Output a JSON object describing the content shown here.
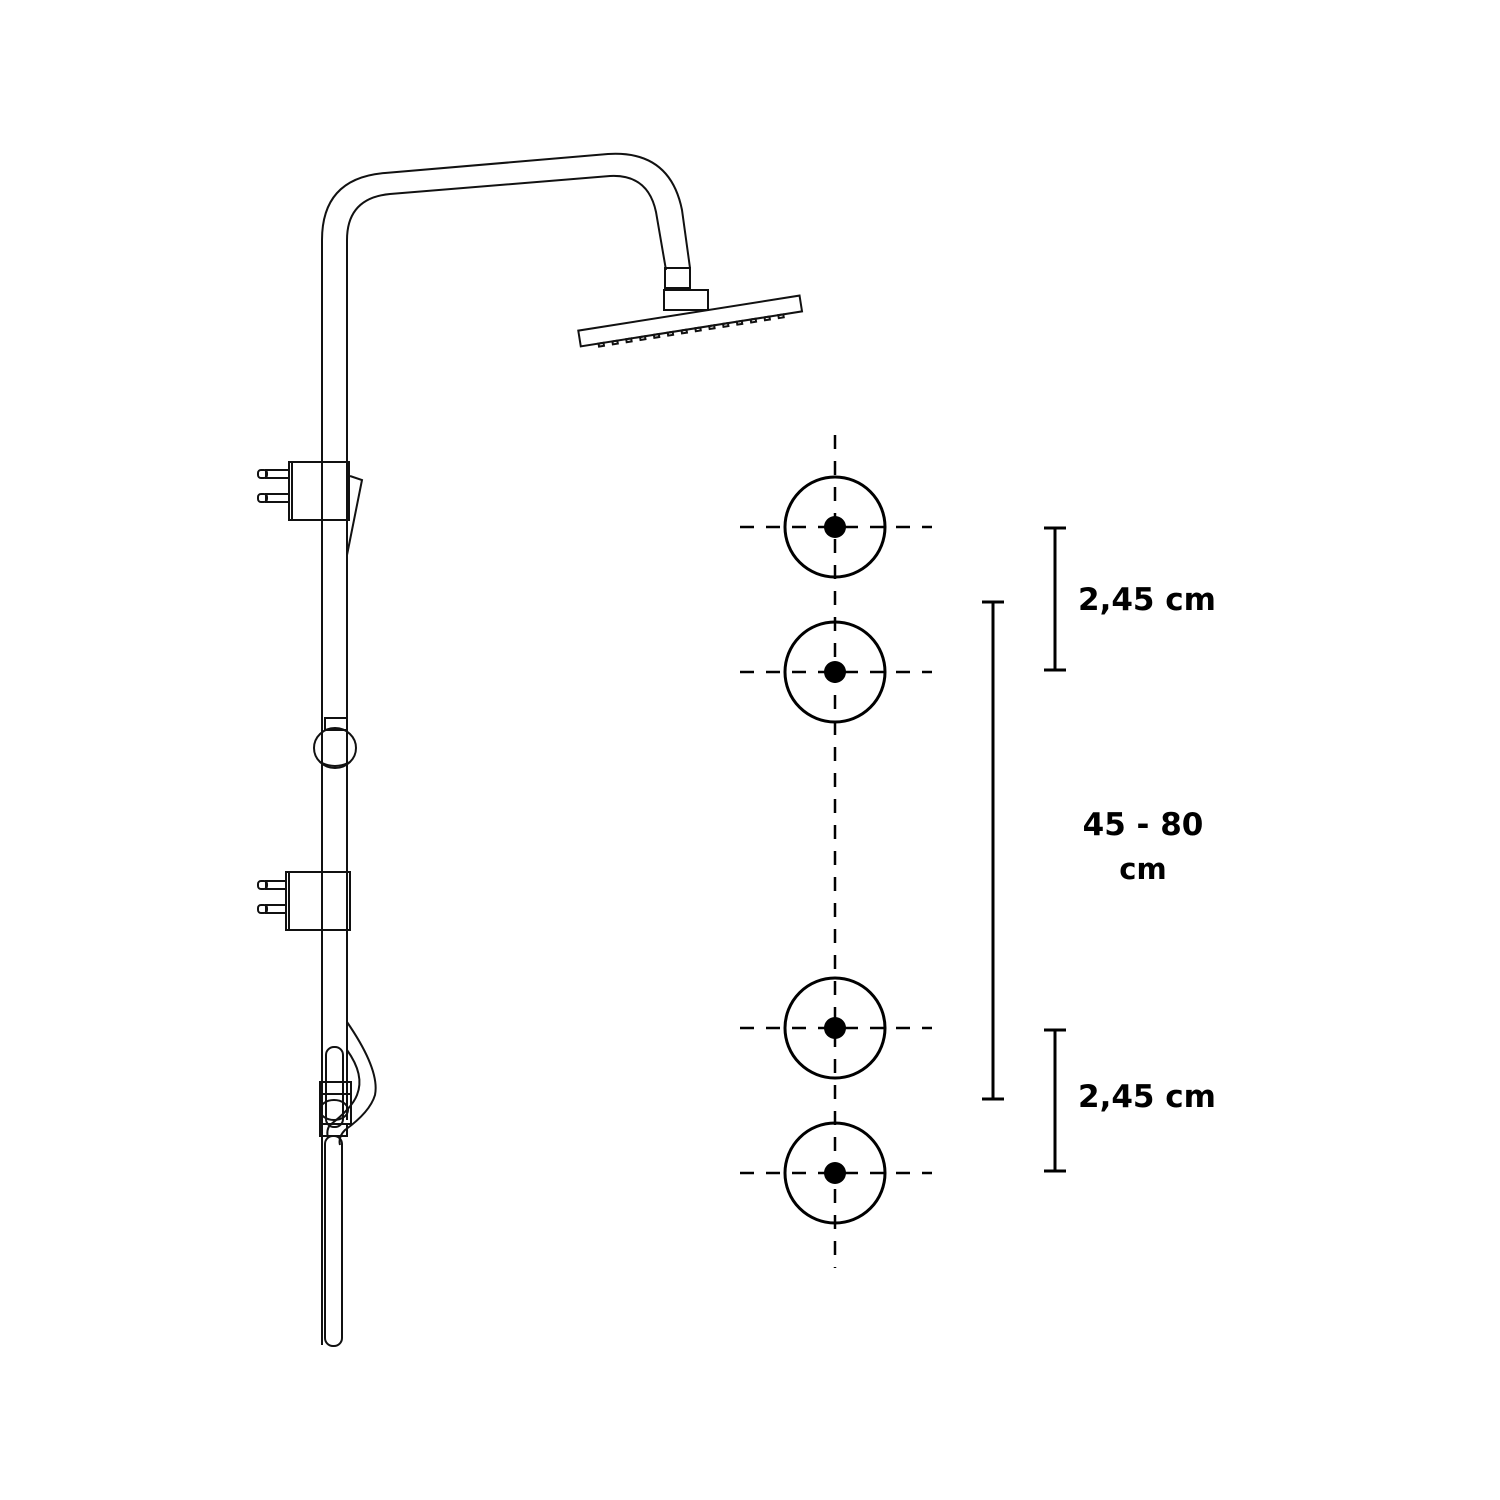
{
  "dimensions": {
    "top_spacing": "2,45 cm",
    "center_distance_value": "45 - 80",
    "center_distance_unit": "cm",
    "bottom_spacing": "2,45 cm"
  },
  "colors": {
    "line": "#000000",
    "background": "#ffffff"
  }
}
